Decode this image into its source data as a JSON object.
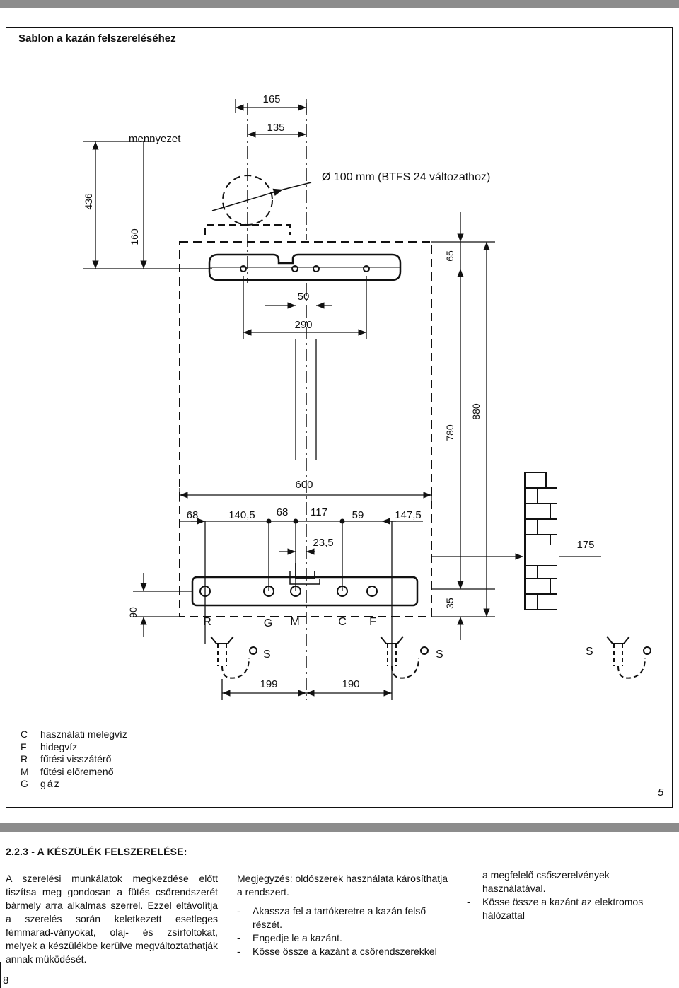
{
  "figure": {
    "title": "Sablon a kazán felszereléséhez",
    "ceiling_label": "mennyezet",
    "flue_note": "Ø 100 mm (BTFS 24 változathoz)",
    "dimensions": {
      "d165": "165",
      "d135": "135",
      "d436": "436",
      "d160": "160",
      "d65": "65",
      "d50": "50",
      "d290": "290",
      "d780": "780",
      "d880": "880",
      "d600": "600",
      "d68a": "68",
      "d140_5": "140,5",
      "d68b": "68",
      "d117": "117",
      "d59": "59",
      "d147_5": "147,5",
      "d23_5": "23,5",
      "d175": "175",
      "d90": "90",
      "d35": "35",
      "d199": "199",
      "d190": "190"
    },
    "connections": [
      "R",
      "G",
      "M",
      "C",
      "F"
    ],
    "siphon_label": "S",
    "legend": [
      {
        "code": "C",
        "text": "használati melegvíz"
      },
      {
        "code": "F",
        "text": "hidegvíz"
      },
      {
        "code": "R",
        "text": "fűtési visszátérő"
      },
      {
        "code": "M",
        "text": "fűtési előremenő"
      },
      {
        "code": "G",
        "text": "gáz"
      }
    ],
    "number": "5"
  },
  "section": {
    "title": "2.2.3 - A KÉSZÜLÉK FELSZERELÉSE:",
    "col1": "A szerelési munkálatok megkezdése előtt tiszítsa meg gondosan a fütés csőrendszerét bármely arra alkalmas szerrel. Ezzel eltávolítja a szerelés során keletkezett esetleges fémmarad-ványokat, olaj- és zsírfoltokat, melyek a készülékbe kerülve megváltoztathatják annak müködését.",
    "col2_note": "Megjegyzés: oldószerek használata károsíthatja a rendszert.",
    "col2_items": [
      "Akassza fel a tartókeretre a kazán felső részét.",
      "Engedje le a kazánt.",
      "Kösse össze a kazánt a csőrendszerekkel"
    ],
    "col3_cont": "a megfelelő csőszerelvények használatával.",
    "col3_items": [
      "Kösse össze a kazánt az elektromos hálózattal"
    ]
  },
  "page_number": "8"
}
